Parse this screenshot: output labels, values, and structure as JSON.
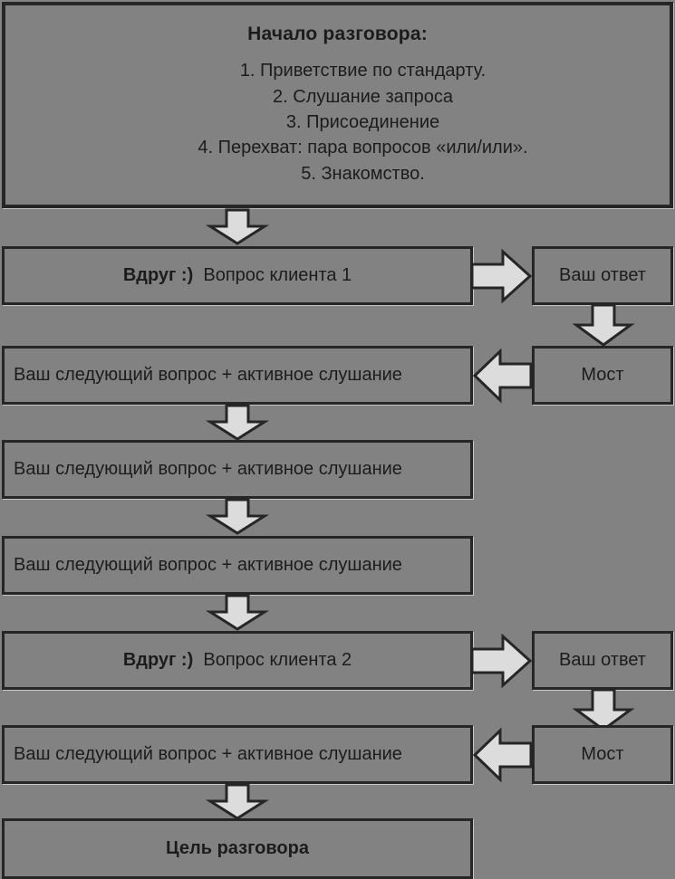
{
  "diagram": {
    "title": "Начало разговора:",
    "background_color": "#828282",
    "box_border_color": "#262626",
    "arrow_fill_color": "#dcdcdc",
    "arrow_stroke_color": "#262626",
    "text_color": "#1c1c1c",
    "header": {
      "title": "Начало разговора:",
      "steps": [
        "1. Приветствие по стандарту.",
        "2. Слушание запроса",
        "3. Присоединение",
        "4. Перехват: пара вопросов «или/или».",
        "5. Знакомство."
      ]
    },
    "nodes": {
      "question1_bold": "Вдруг :)",
      "question1_rest": "Вопрос клиента 1",
      "question2_bold": "Вдруг :)",
      "question2_rest": "Вопрос клиента 2",
      "answer1": "Ваш ответ",
      "answer2": "Ваш ответ",
      "bridge1": "Мост",
      "bridge2": "Мост",
      "next_question_1": "Ваш следующий вопрос + активное слушание",
      "next_question_2": "Ваш следующий вопрос + активное слушание",
      "next_question_3": "Ваш следующий вопрос + активное слушание",
      "next_question_4": "Ваш следующий вопрос + активное слушание",
      "goal": "Цель разговора"
    },
    "arrows": [
      {
        "name": "arrow-header-to-question1",
        "direction": "down"
      },
      {
        "name": "arrow-question1-to-answer1",
        "direction": "right"
      },
      {
        "name": "arrow-answer1-to-bridge1",
        "direction": "down"
      },
      {
        "name": "arrow-bridge1-to-nextquestion1",
        "direction": "left"
      },
      {
        "name": "arrow-nextquestion1-to-nextquestion2",
        "direction": "down"
      },
      {
        "name": "arrow-nextquestion2-to-nextquestion3",
        "direction": "down"
      },
      {
        "name": "arrow-nextquestion3-to-question2",
        "direction": "down"
      },
      {
        "name": "arrow-question2-to-answer2",
        "direction": "right"
      },
      {
        "name": "arrow-answer2-to-bridge2",
        "direction": "down"
      },
      {
        "name": "arrow-bridge2-to-nextquestion4",
        "direction": "left"
      },
      {
        "name": "arrow-nextquestion4-to-goal",
        "direction": "down"
      }
    ]
  }
}
